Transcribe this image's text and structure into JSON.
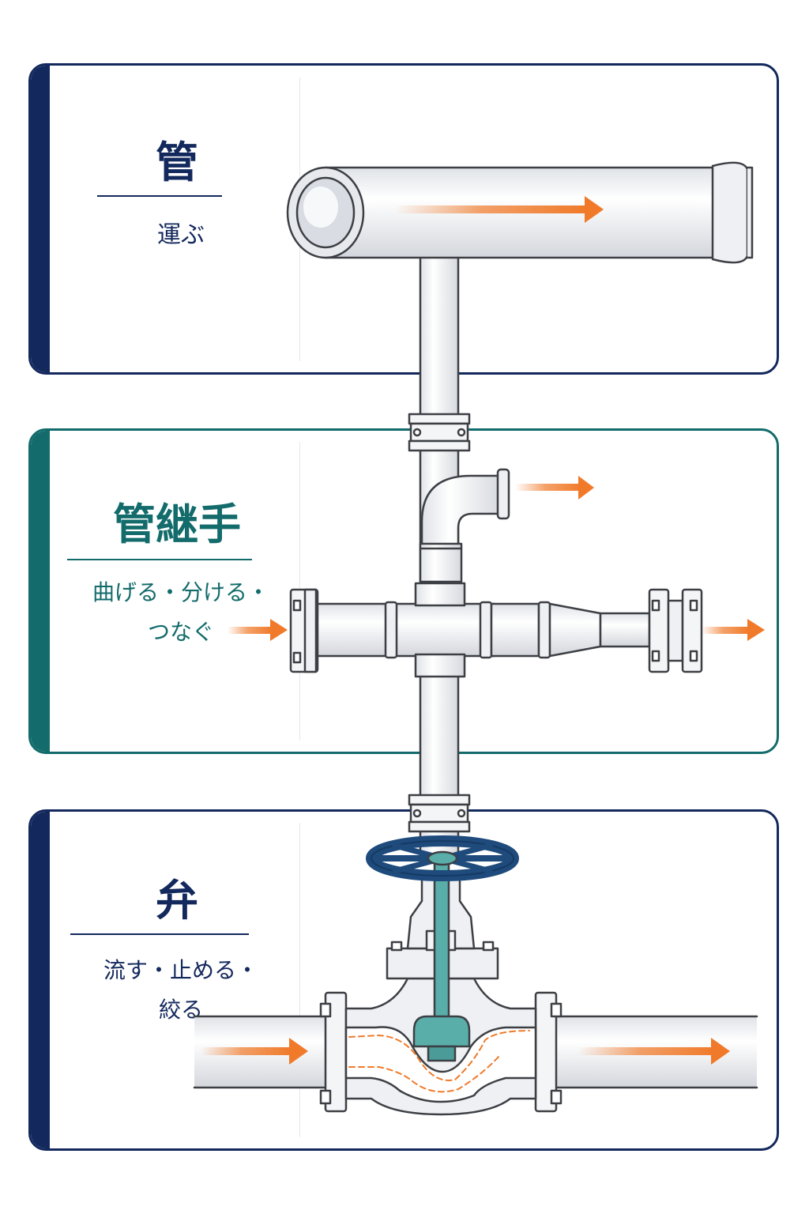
{
  "colors": {
    "navy": "#13285c",
    "teal": "#136b6b",
    "flow_arrow": "#f07a2a",
    "pipe_fill": "#f4f5f7",
    "pipe_stroke": "#3c3f44",
    "handwheel": "#1e4a7c",
    "valve_stem": "#5aaeaa"
  },
  "sections": [
    {
      "title": "管",
      "description_lines": [
        "運ぶ"
      ],
      "accent": "navy"
    },
    {
      "title": "管継手",
      "description_lines": [
        "曲げる・分ける・",
        "つなぐ"
      ],
      "accent": "teal"
    },
    {
      "title": "弁",
      "description_lines": [
        "流す・止める・",
        "絞る"
      ],
      "accent": "navy"
    }
  ]
}
